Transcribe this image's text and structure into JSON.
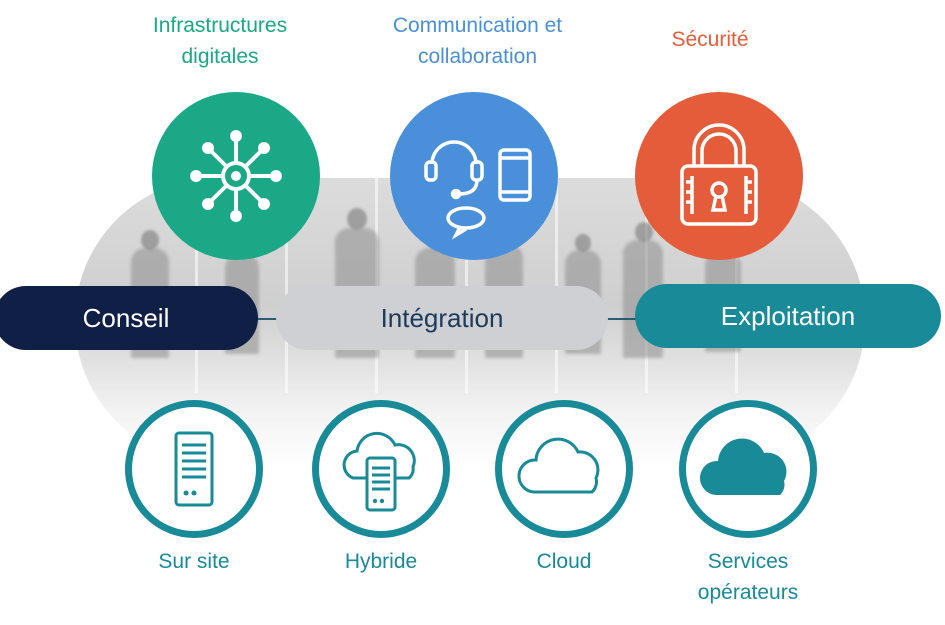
{
  "colors": {
    "green": "#1aa886",
    "blue": "#4a8fd9",
    "orange": "#e55c3a",
    "navy": "#0f1f45",
    "gray_pill": "#cfd0d3",
    "teal": "#198a98"
  },
  "categories": [
    {
      "label": "Infrastructures digitales",
      "icon": "network-hub-icon"
    },
    {
      "label": "Communication et collaboration",
      "icons": [
        "headset-icon",
        "smartphone-icon",
        "chat-bubble-icon"
      ]
    },
    {
      "label": "Sécurité",
      "icon": "padlock-icon"
    }
  ],
  "phases": [
    {
      "label": "Conseil"
    },
    {
      "label": "Intégration"
    },
    {
      "label": "Exploitation"
    }
  ],
  "deployments": [
    {
      "label": "Sur site",
      "icon": "server-icon"
    },
    {
      "label": "Hybride",
      "icon": "cloud-server-icon"
    },
    {
      "label": "Cloud",
      "icon": "cloud-outline-icon"
    },
    {
      "label": "Services opérateurs",
      "icon": "cloud-filled-icon"
    }
  ]
}
